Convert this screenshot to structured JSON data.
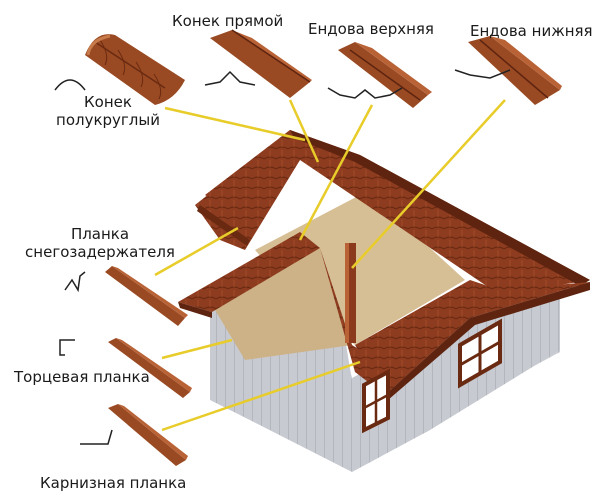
{
  "labels": {
    "konek_pryamoy": "Конек прямой",
    "endova_verkhnyaya": "Ендова верхняя",
    "endova_nizhnyaya": "Ендова нижняя",
    "konek_polukruglyy_1": "Конек",
    "konek_polukruglyy_2": "полукруглый",
    "planka_sneg_1": "Планка",
    "planka_sneg_2": "снегозадержателя",
    "tortsevaya": "Торцевая планка",
    "karniznaya": "Карнизная планка"
  },
  "colors": {
    "roof": "#8b3a1e",
    "roof_dark": "#5e2410",
    "part": "#9a4a22",
    "part_light": "#b86236",
    "wall": "#c9ccd2",
    "attic": "#d4bc92",
    "leader": "#e8cc2a"
  }
}
